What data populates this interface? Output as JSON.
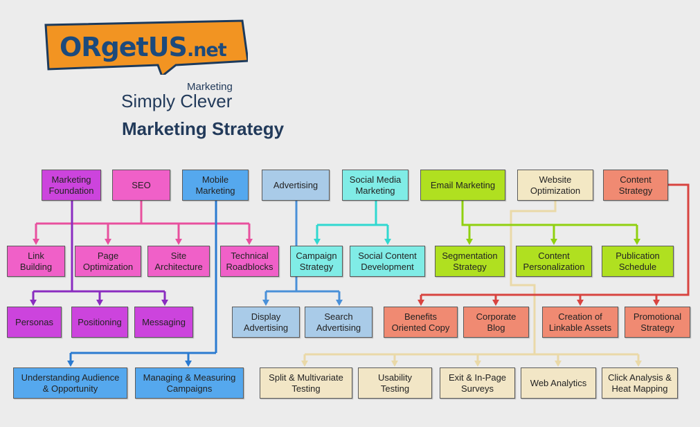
{
  "logo": {
    "brand": "ORgetUS",
    "suffix": ".net"
  },
  "tagline": {
    "small": "Marketing",
    "large": "Simply Clever"
  },
  "title": "Marketing Strategy",
  "nodes": {
    "marketing_foundation": "Marketing\nFoundation",
    "seo": "SEO",
    "mobile_marketing": "Mobile\nMarketing",
    "advertising": "Advertising",
    "social_media_marketing": "Social Media\nMarketing",
    "email_marketing": "Email Marketing",
    "website_optimization": "Website\nOptimization",
    "content_strategy": "Content\nStrategy",
    "link_building": "Link\nBuilding",
    "page_optimization": "Page\nOptimization",
    "site_architecture": "Site\nArchitecture",
    "technical_roadblocks": "Technical\nRoadblocks",
    "campaign_strategy": "Campaign\nStrategy",
    "social_content_development": "Social Content\nDevelopment",
    "segmentation_strategy": "Segmentation\nStrategy",
    "content_personalization": "Content\nPersonalization",
    "publication_schedule": "Publication\nSchedule",
    "personas": "Personas",
    "positioning": "Positioning",
    "messaging": "Messaging",
    "display_advertising": "Display\nAdvertising",
    "search_advertising": "Search\nAdvertising",
    "benefits_oriented_copy": "Benefits\nOriented Copy",
    "corporate_blog": "Corporate\nBlog",
    "creation_of_linkable_assets": "Creation of\nLinkable Assets",
    "promotional_strategy": "Promotional\nStrategy",
    "understanding_audience": "Understanding Audience\n& Opportunity",
    "managing_measuring": "Managing & Measuring\nCampaigns",
    "split_multivariate": "Split & Multivariate\nTesting",
    "usability_testing": "Usability\nTesting",
    "exit_in_page_surveys": "Exit & In-Page\nSurveys",
    "web_analytics": "Web Analytics",
    "click_analysis": "Click Analysis &\nHeat Mapping"
  },
  "colors": {
    "purple": "#cc44dd",
    "pink": "#f060c8",
    "blue": "#55a8ee",
    "light_blue": "#a9cbe8",
    "cyan": "#80ece6",
    "lime": "#b0e020",
    "cream": "#f3e8c4",
    "salmon": "#f08a72",
    "brand_orange": "#f29422",
    "brand_navy": "#1c4a7c"
  }
}
